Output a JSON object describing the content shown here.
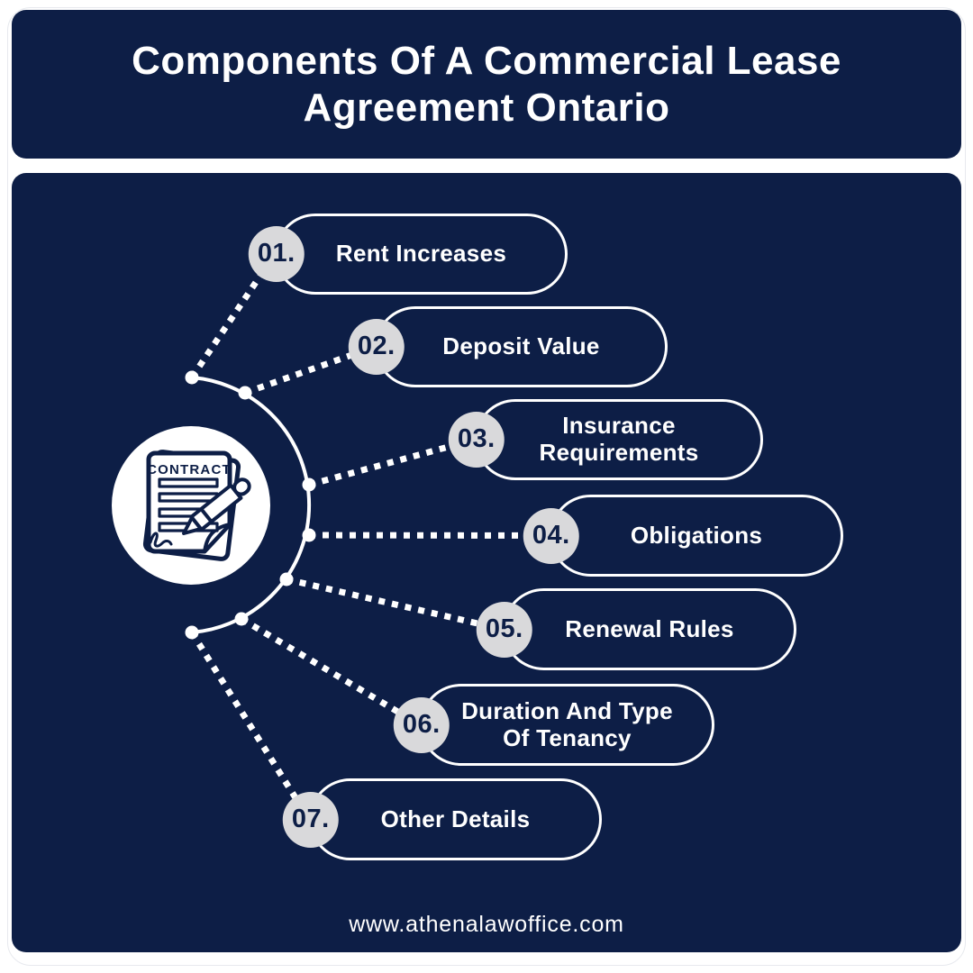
{
  "header": {
    "title": "Components Of A Commercial Lease Agreement Ontario"
  },
  "steps": [
    {
      "number": "01.",
      "label": "Rent Increases"
    },
    {
      "number": "02.",
      "label": "Deposit Value"
    },
    {
      "number": "03.",
      "label": "Insurance Requirements"
    },
    {
      "number": "04.",
      "label": "Obligations"
    },
    {
      "number": "05.",
      "label": "Renewal Rules"
    },
    {
      "number": "06.",
      "label": "Duration And Type Of Tenancy"
    },
    {
      "number": "07.",
      "label": "Other Details"
    }
  ],
  "center": {
    "icon": "contract-document-icon",
    "icon_text": "CONTRACT"
  },
  "footer": {
    "website": "www.athenalawoffice.com"
  },
  "colors": {
    "panel_navy": "#0D1E46",
    "badge_gray": "#D9D9DB",
    "text_white": "#FFFFFF"
  }
}
